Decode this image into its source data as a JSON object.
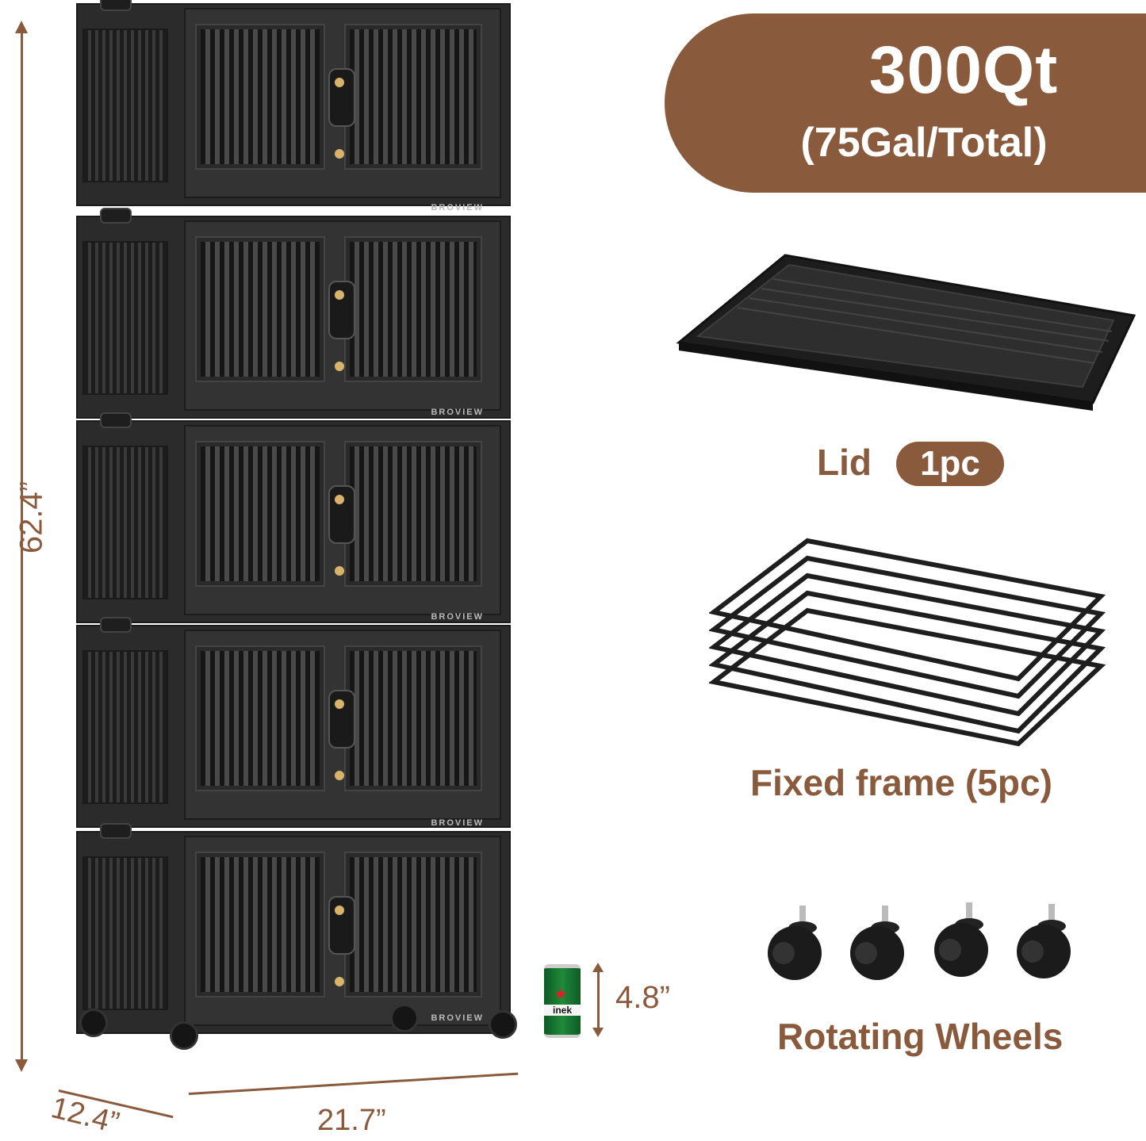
{
  "capacity": {
    "main": "300Qt",
    "sub": "(75Gal/Total)"
  },
  "brand": "BROVIEW",
  "can_text": "inek",
  "dimensions": {
    "height": "62.4”",
    "depth": "12.4”",
    "width": "21.7”",
    "can": "4.8”"
  },
  "parts": {
    "lid": {
      "label": "Lid",
      "badge": "1pc"
    },
    "frame": {
      "label": "Fixed frame (5pc)"
    },
    "wheels": {
      "label": "Rotating Wheels"
    }
  },
  "colors": {
    "accent": "#8a5a3c",
    "product": "#2b2b2b",
    "knob": "#d7b46a"
  }
}
